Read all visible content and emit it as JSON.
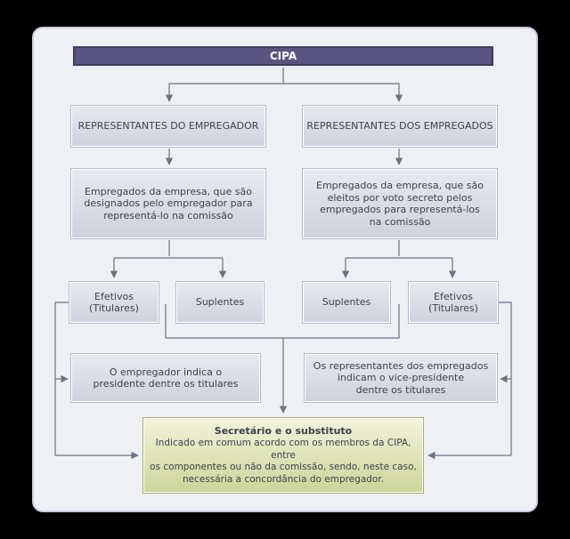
{
  "header": {
    "title": "CIPA"
  },
  "left": {
    "title": "REPRESENTANTES DO EMPREGADOR",
    "desc": "Empregados da empresa, que são\ndesignados pelo empregador para\nrepresentá-lo na comissão",
    "efetivos": "Efetivos\n(Titulares)",
    "suplentes": "Suplentes",
    "president_note": "O empregador indica o\npresidente dentre os titulares"
  },
  "right": {
    "title": "REPRESENTANTES DOS EMPREGADOS",
    "desc": "Empregados da empresa, que são\neleitos por voto secreto pelos\nempregados para representá-los\nna comissão",
    "suplentes": "Suplentes",
    "efetivos": "Efetivos\n(Titulares)",
    "vice_note": "Os representantes dos empregados\nindicam o vice-presidente\ndentre os titulares"
  },
  "secretary": {
    "title": "Secretário e o substituto",
    "body": "Indicado em comum acordo com os membros da CIPA, entre\nos componentes ou não da comissão, sendo, neste caso,\nnecessária a concordância do empregador."
  },
  "colors": {
    "header": "#5a5480",
    "box": "#dcdee6",
    "final": "#e2e5b8",
    "line": "#6e7280"
  }
}
